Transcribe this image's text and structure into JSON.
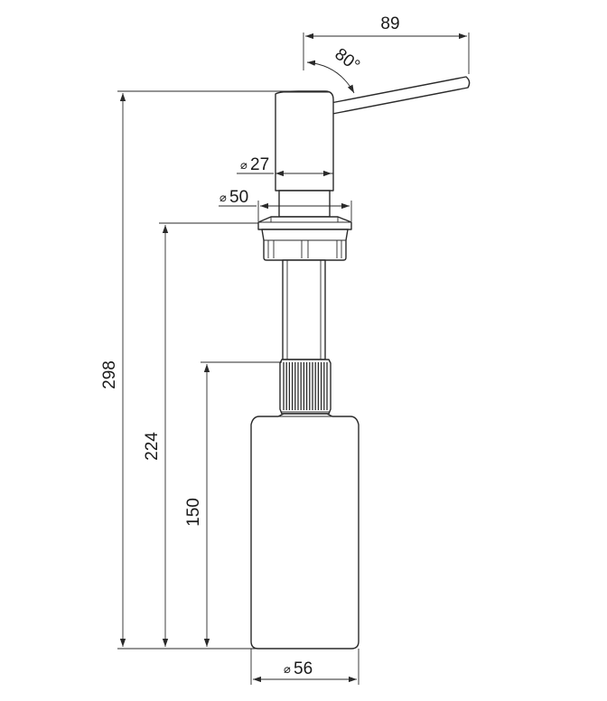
{
  "dimensions": {
    "spout_reach": {
      "value": "89"
    },
    "spout_angle": {
      "value": "80°"
    },
    "head_diameter": {
      "symbol": "⌀",
      "value": "27"
    },
    "flange_diameter": {
      "symbol": "⌀",
      "value": "50"
    },
    "bottle_diameter": {
      "symbol": "⌀",
      "value": "56"
    },
    "total_height": {
      "value": "298"
    },
    "flange_to_bottom_height": {
      "value": "224"
    },
    "bottle_height": {
      "value": "150"
    }
  }
}
